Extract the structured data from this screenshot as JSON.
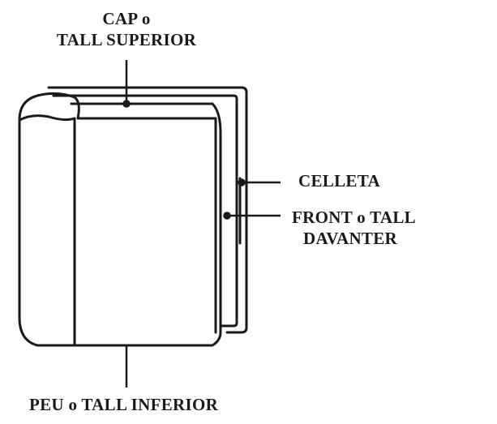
{
  "labels": {
    "top": {
      "line1": "CAP o",
      "line2": "TALL SUPERIOR"
    },
    "celleta": "CELLETA",
    "front": {
      "line1": "FRONT o TALL",
      "line2": "DAVANTER"
    },
    "bottom": "PEU o TALL INFERIOR"
  },
  "colors": {
    "ink": "#1a1a1a",
    "background": "#ffffff"
  }
}
